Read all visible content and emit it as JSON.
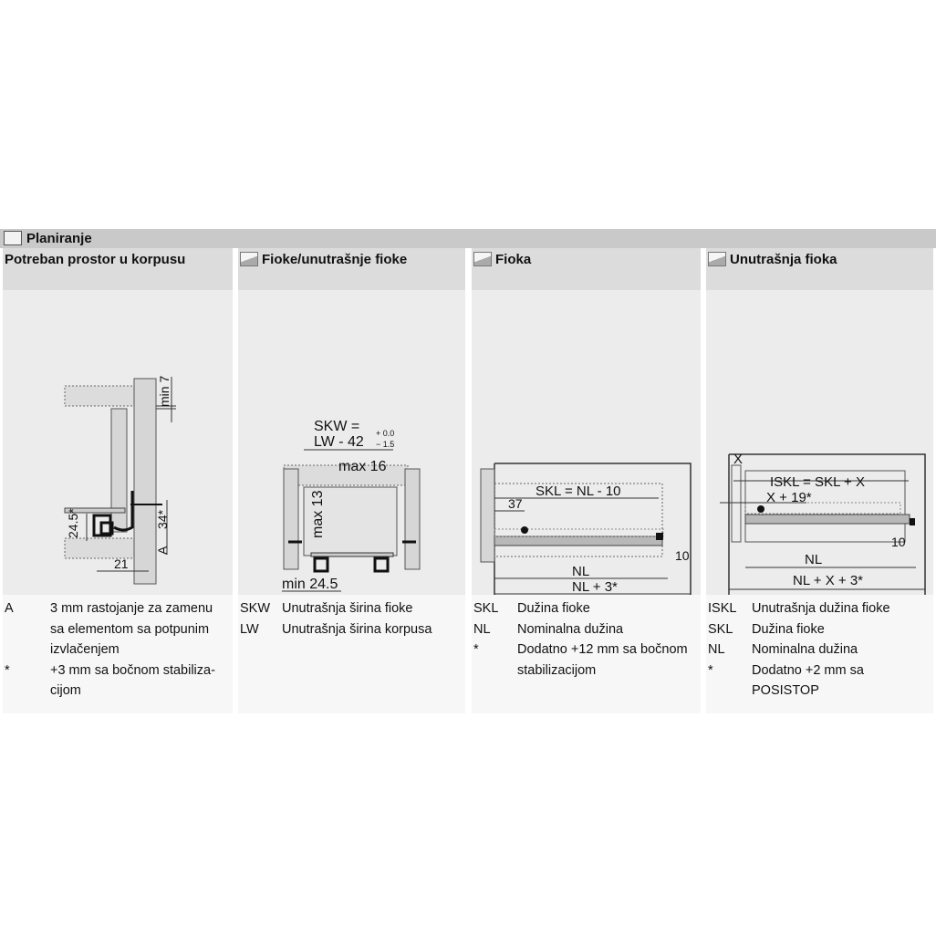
{
  "section_title": "Planiranje",
  "columns": [
    {
      "title": "Potreban prostor u korpusu",
      "labels": {
        "min7": "min 7",
        "a24": "24.5*",
        "a34": "34*",
        "A": "A",
        "w21": "21"
      },
      "legend": [
        {
          "key": "A",
          "text": "3 mm rastojanje za zamenu sa elementom sa potpunim izvlačenjem"
        },
        {
          "key": "*",
          "text": "+3 mm sa bočnom stabiliza-cijom"
        }
      ]
    },
    {
      "title": "Fioke/unutrašnje fioke",
      "labels": {
        "skw1": "SKW =",
        "skw2": "LW - 42",
        "tol_plus": "+ 0.0",
        "tol_minus": "− 1.5",
        "max16": "max 16",
        "max13": "max 13",
        "min245": "min 24.5"
      },
      "legend": [
        {
          "key": "SKW",
          "text": "Unutrašnja širina fioke"
        },
        {
          "key": "LW",
          "text": "Unutrašnja širina korpusa"
        }
      ]
    },
    {
      "title": "Fioka",
      "labels": {
        "skl": "SKL = NL - 10",
        "d37": "37",
        "d10": "10",
        "nl": "NL",
        "nl3": "NL + 3*"
      },
      "legend": [
        {
          "key": "SKL",
          "text": "Dužina fioke"
        },
        {
          "key": "NL",
          "text": "Nominalna dužina"
        },
        {
          "key": "*",
          "text": "Dodatno +12 mm sa bočnom stabilizacijom"
        }
      ]
    },
    {
      "title": "Unutrašnja fioka",
      "labels": {
        "x": "X",
        "iskl": "ISKL = SKL + X",
        "x19": "X + 19*",
        "d10": "10",
        "nl": "NL",
        "nlx3": "NL + X + 3*"
      },
      "legend": [
        {
          "key": "ISKL",
          "text": "Unutrašnja dužina fioke"
        },
        {
          "key": "SKL",
          "text": "Dužina fioke"
        },
        {
          "key": "NL",
          "text": "Nominalna dužina"
        },
        {
          "key": "*",
          "text": "Dodatno +2 mm sa POSISTOP"
        }
      ]
    }
  ]
}
